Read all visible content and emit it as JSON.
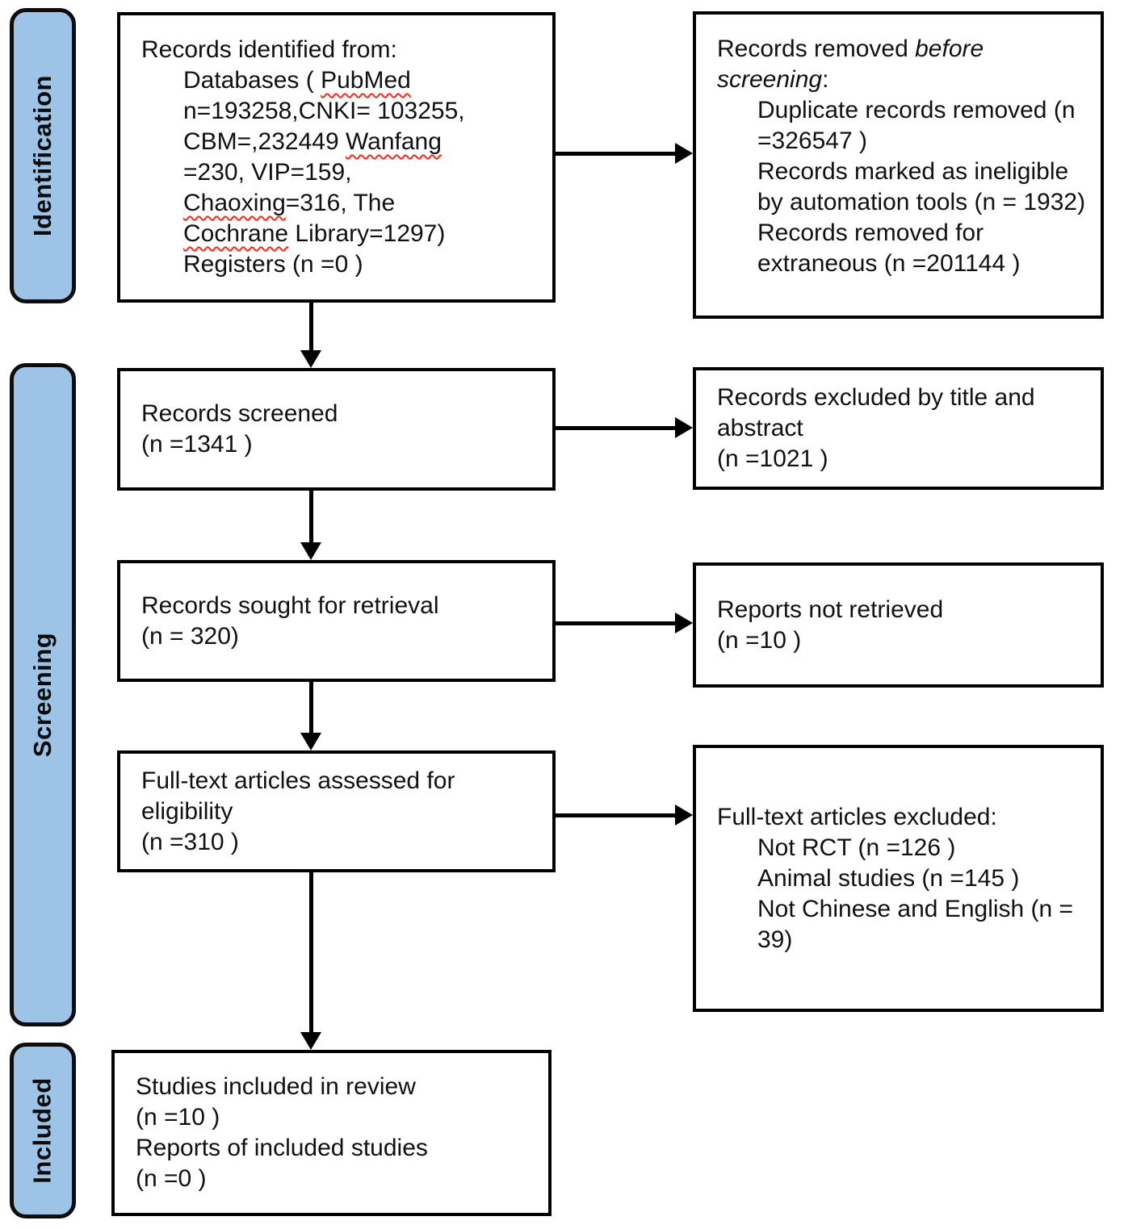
{
  "diagram": {
    "type": "PRISMA flow diagram",
    "colors": {
      "stage_fill": "#9dc3e6",
      "stage_border": "#0d0d0d",
      "box_border": "#000000",
      "arrow": "#000000",
      "text": "#111111",
      "misspell_underline": "#ff2619"
    },
    "stage_labels": {
      "identification": "Identification",
      "screening": "Screening",
      "included": "Included"
    },
    "boxes": {
      "identified": {
        "line1": "Records identified from:",
        "line2_pre": "Databases ( ",
        "line2_misspelled": "PubMed",
        "line3": "n=193258,CNKI= 103255,",
        "line4_pre": "CBM=,232449 ",
        "line4_misspelled": "Wanfang",
        "line5": "=230, VIP=159,",
        "line6_misspelled": "Chaoxing",
        "line6_post": "=316, The",
        "line7_misspelled": "Cochrane",
        "line7_post": " Library=1297)",
        "line8": "Registers (n =0 )"
      },
      "removed": {
        "intro_pre": "Records removed ",
        "intro_italic": "before screening",
        "intro_post": ":",
        "item1": "Duplicate records removed (n =326547 )",
        "item2": "Records marked as ineligible by automation tools (n = 1932)",
        "item3": "Records removed for extraneous (n =201144 )"
      },
      "screened": {
        "line1": "Records screened",
        "line2": "(n =1341 )"
      },
      "excluded_title_abstract": {
        "line1": "Records excluded by title and",
        "line2": "abstract",
        "line3": "(n =1021 )"
      },
      "sought": {
        "line1": "Records sought for retrieval",
        "line2": "(n = 320)"
      },
      "not_retrieved": {
        "line1": "Reports not retrieved",
        "line2": "(n =10 )"
      },
      "assessed": {
        "line1": "Full-text articles assessed for",
        "line2": "eligibility",
        "line3": "(n =310 )"
      },
      "fulltext_excluded": {
        "intro": "Full-text articles excluded:",
        "item1": "Not RCT (n =126 )",
        "item2": "Animal studies (n =145 )",
        "item3": "Not Chinese and English (n = 39)"
      },
      "included_studies": {
        "line1": "Studies included in review",
        "line2": "(n =10 )",
        "line3": "Reports of included studies",
        "line4": "(n =0 )"
      }
    }
  }
}
